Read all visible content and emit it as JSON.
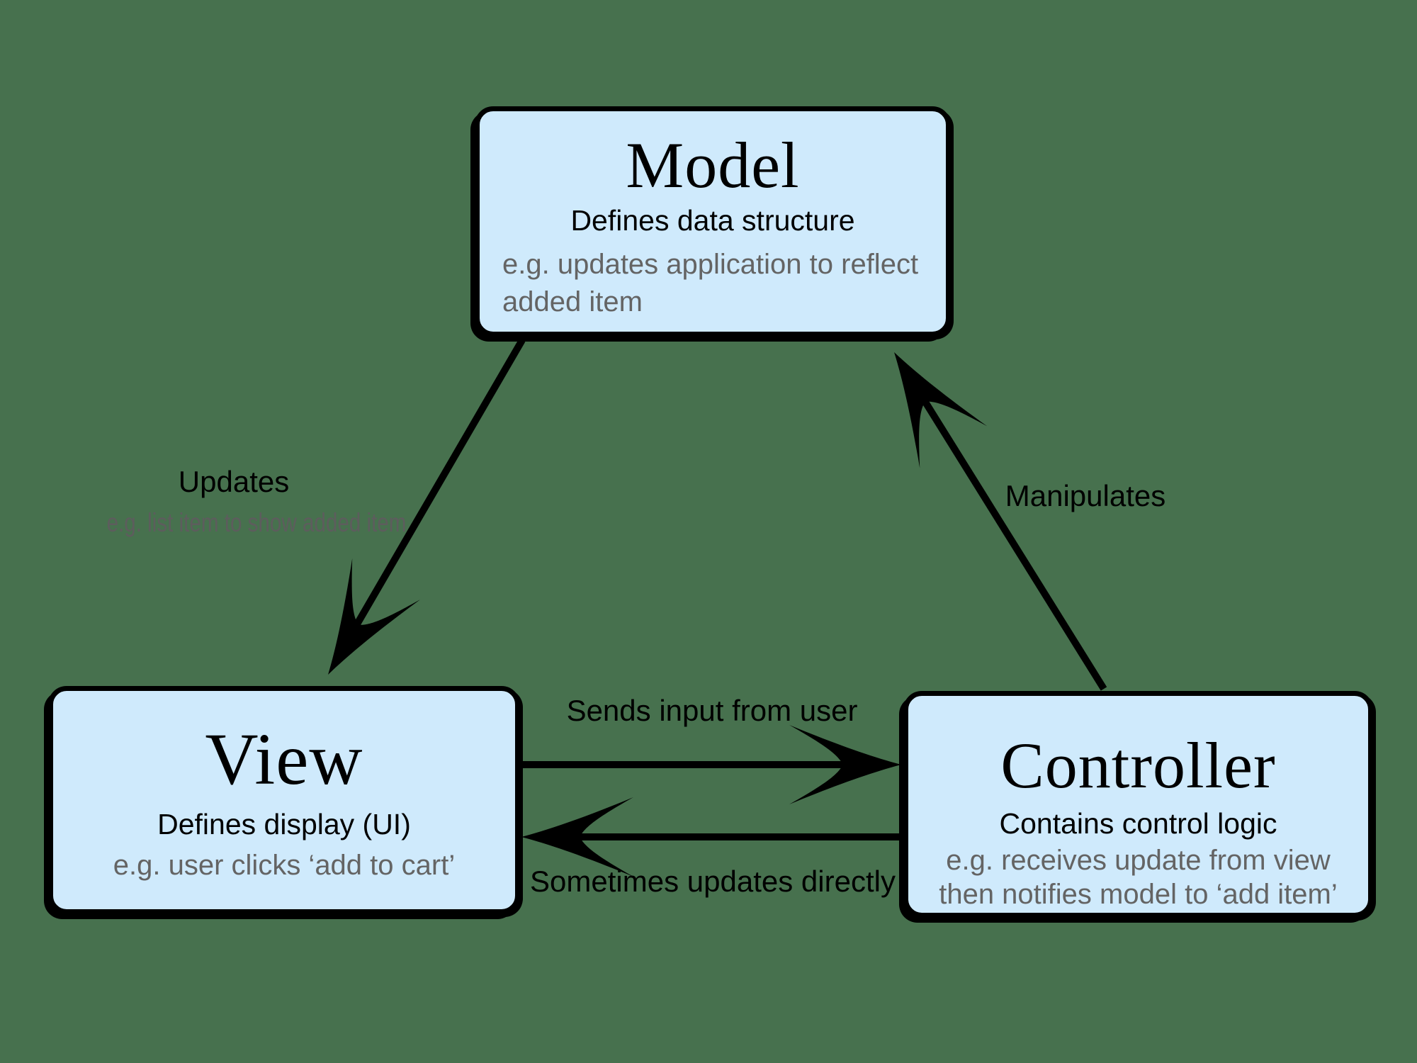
{
  "colors": {
    "background": "#47714e",
    "node_fill": "#cfeafc",
    "node_border": "#000000",
    "black_text": "#000000",
    "gray_text": "#646464"
  },
  "nodes": {
    "model": {
      "title": "Model",
      "subtitle": "Defines data structure",
      "example_lines": [
        "e.g. updates application to reflect",
        "added item"
      ]
    },
    "view": {
      "title": "View",
      "subtitle": "Defines display (UI)",
      "example_lines": [
        "e.g. user clicks ‘add to cart’"
      ]
    },
    "controller": {
      "title": "Controller",
      "subtitle": "Contains control logic",
      "example_lines": [
        "e.g. receives update from view",
        "then notifies model to ‘add item’"
      ]
    }
  },
  "edges": {
    "model_to_view": {
      "label": "Updates",
      "sublabel": "e.g. list item to show added item"
    },
    "controller_to_model": {
      "label": "Manipulates"
    },
    "view_to_controller": {
      "label": "Sends input from user"
    },
    "controller_to_view": {
      "label": "Sometimes updates directly"
    }
  }
}
